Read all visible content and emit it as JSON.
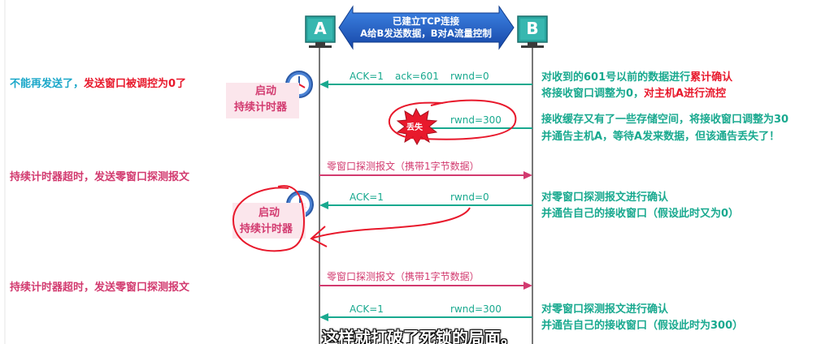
{
  "hosts": {
    "a": "A",
    "b": "B"
  },
  "banner": {
    "line1": "已建立TCP连接",
    "line2": "A给B发送数据，B对A流量控制"
  },
  "left_notes": {
    "n1_cyan": "不能再发送了，",
    "n1_red": "发送窗口被调控为0了",
    "timer1_l1": "启动",
    "timer1_l2": "持续计时器",
    "n2": "持续计时器超时，发送零窗口探测报文",
    "timer2_l1": "启动",
    "timer2_l2": "持续计时器",
    "n3": "持续计时器超时，发送零窗口探测报文"
  },
  "messages": {
    "m1": {
      "ack": "ACK=1",
      "ackno": "ack=601",
      "rwnd": "rwnd=0"
    },
    "m2": {
      "rwnd": "rwnd=300",
      "lost": "丢失"
    },
    "m3": {
      "label": "零窗口探测报文（携带1字节数据）"
    },
    "m4": {
      "ack": "ACK=1",
      "rwnd": "rwnd=0"
    },
    "m5": {
      "label": "零窗口探测报文（携带1字节数据）"
    },
    "m6": {
      "ack": "ACK=1",
      "rwnd": "rwnd=300"
    }
  },
  "right_notes": {
    "r1_a": "对收到的601号以前的数据进行",
    "r1_b": "累计确认",
    "r1_c": "将接收窗口调整为0，",
    "r1_d": "对主机A进行流控",
    "r2_a": "接收缓存又有了一些存储空间，将接收窗口调整为30",
    "r2_b": "并通告主机A，等待A发来数据，但该通告丢失了！",
    "r3_a": "对零窗口探测报文进行确认",
    "r3_b": "并通告自己的接收窗口（假设此时又为0）",
    "r4_a": "对零窗口探测报文进行确认",
    "r4_b": "并通告自己的接收窗口（假设此时为300）"
  },
  "subtitle": "这样就打破了死锁的局面。",
  "colors": {
    "teal": "#19a98f",
    "pink": "#d23a6f",
    "cyan": "#1aa7c9",
    "red": "#e8192c",
    "banner_blue": "#1d5fc4",
    "host_teal": "#2aa6a0",
    "clock_blue": "#4a82d4"
  }
}
